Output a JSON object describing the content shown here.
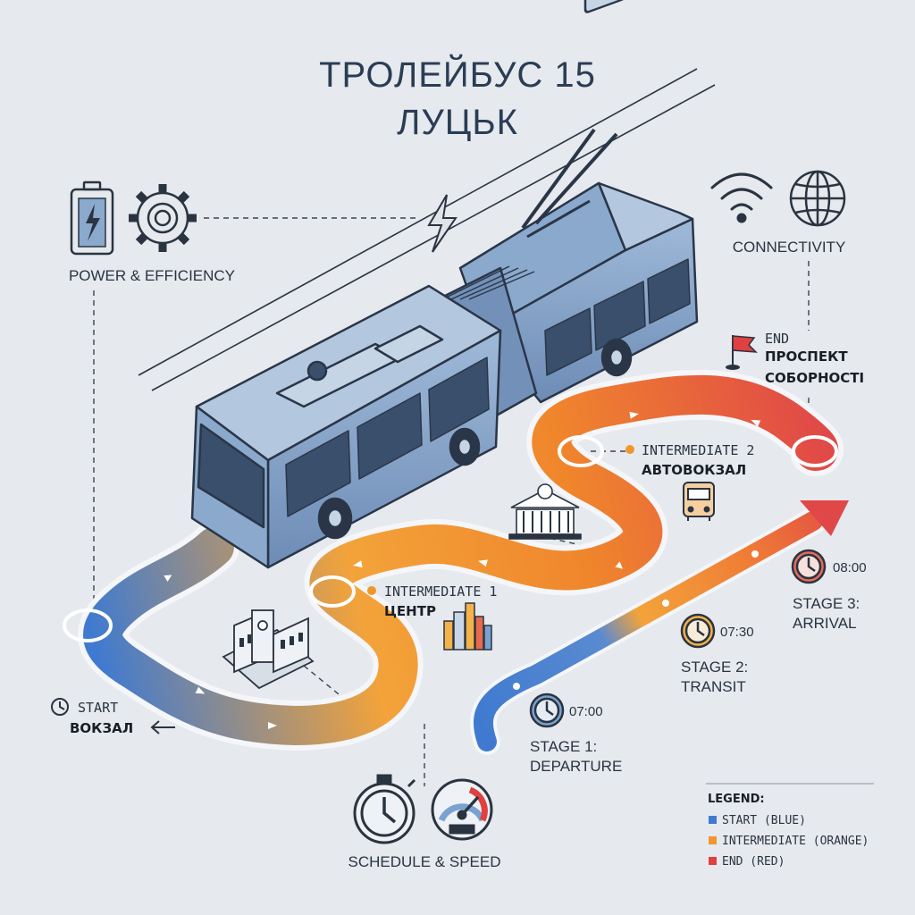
{
  "title": {
    "line1": "ТРОЛЕЙБУС 15",
    "line2": "ЛУЦЬК"
  },
  "features": {
    "power": {
      "label": "POWER & EFFICIENCY",
      "icons": [
        "battery-icon",
        "gear-icon"
      ]
    },
    "connectivity": {
      "label": "CONNECTIVITY",
      "icons": [
        "wifi-icon",
        "globe-icon"
      ]
    },
    "schedule": {
      "label": "SCHEDULE & SPEED",
      "icons": [
        "stopwatch-icon",
        "speedometer-icon"
      ]
    }
  },
  "stops": {
    "start": {
      "tag": "START",
      "name": "ВОКЗАЛ",
      "icon": "clock-icon",
      "color": "#3f7ad0"
    },
    "intermediate1": {
      "tag": "INTERMEDIATE 1",
      "name": "ЦЕНТР",
      "icon": "city-icon",
      "color": "#f0962c"
    },
    "intermediate2": {
      "tag": "INTERMEDIATE 2",
      "name": "АВТОВОКЗАЛ",
      "icon": "bus-icon",
      "color": "#ee7a2c"
    },
    "end": {
      "tag": "END",
      "name_line1": "ПРОСПЕКТ",
      "name_line2": "СОБОРНОСТІ",
      "icon": "flag-icon",
      "color": "#e04040"
    }
  },
  "stages": [
    {
      "line1": "STAGE 1:",
      "line2": "DEPARTURE",
      "time": "07:00",
      "color": "#3f7ad0"
    },
    {
      "line1": "STAGE 2:",
      "line2": "TRANSIT",
      "time": "07:30",
      "color": "#f0962c"
    },
    {
      "line1": "STAGE 3:",
      "line2": "ARRIVAL",
      "time": "08:00",
      "color": "#e04040"
    }
  ],
  "legend": {
    "title": "LEGEND:",
    "items": [
      {
        "label": "START (BLUE)",
        "color": "#3f7ad0"
      },
      {
        "label": "INTERMEDIATE (ORANGE)",
        "color": "#f0962c"
      },
      {
        "label": "END (RED)",
        "color": "#e04040"
      }
    ]
  }
}
